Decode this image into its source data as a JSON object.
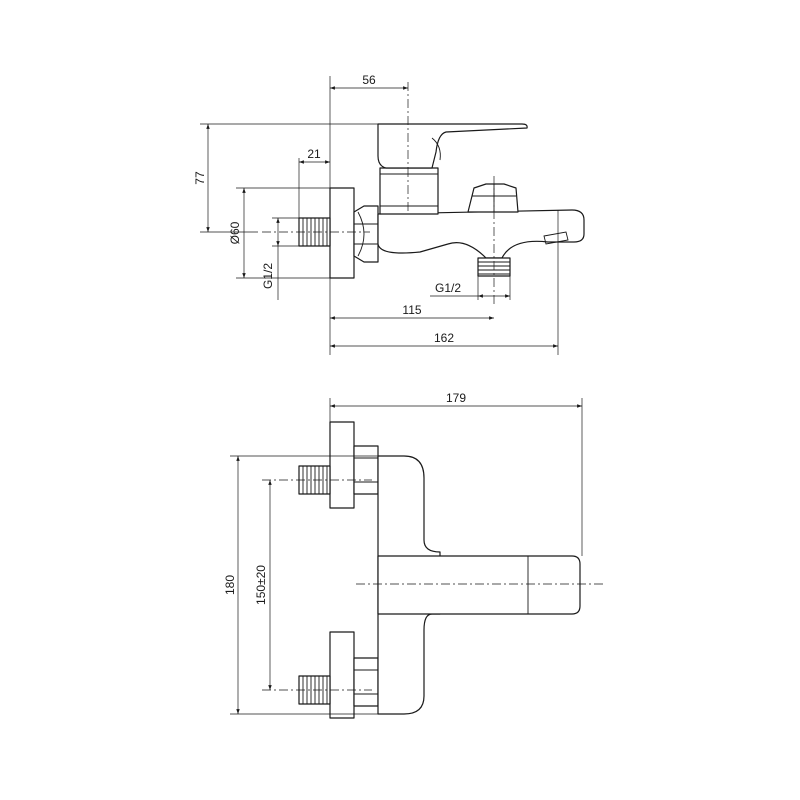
{
  "side_view": {
    "dims": {
      "top_width": "56",
      "inlet_depth": "21",
      "height": "77",
      "flange_diameter": "Ø60",
      "inlet_thread": "G1/2",
      "outlet_thread": "G1/2",
      "outlet_distance": "115",
      "total_depth": "162"
    }
  },
  "front_view": {
    "dims": {
      "total_width": "179",
      "total_height": "180",
      "inlet_spacing": "150±20"
    }
  }
}
